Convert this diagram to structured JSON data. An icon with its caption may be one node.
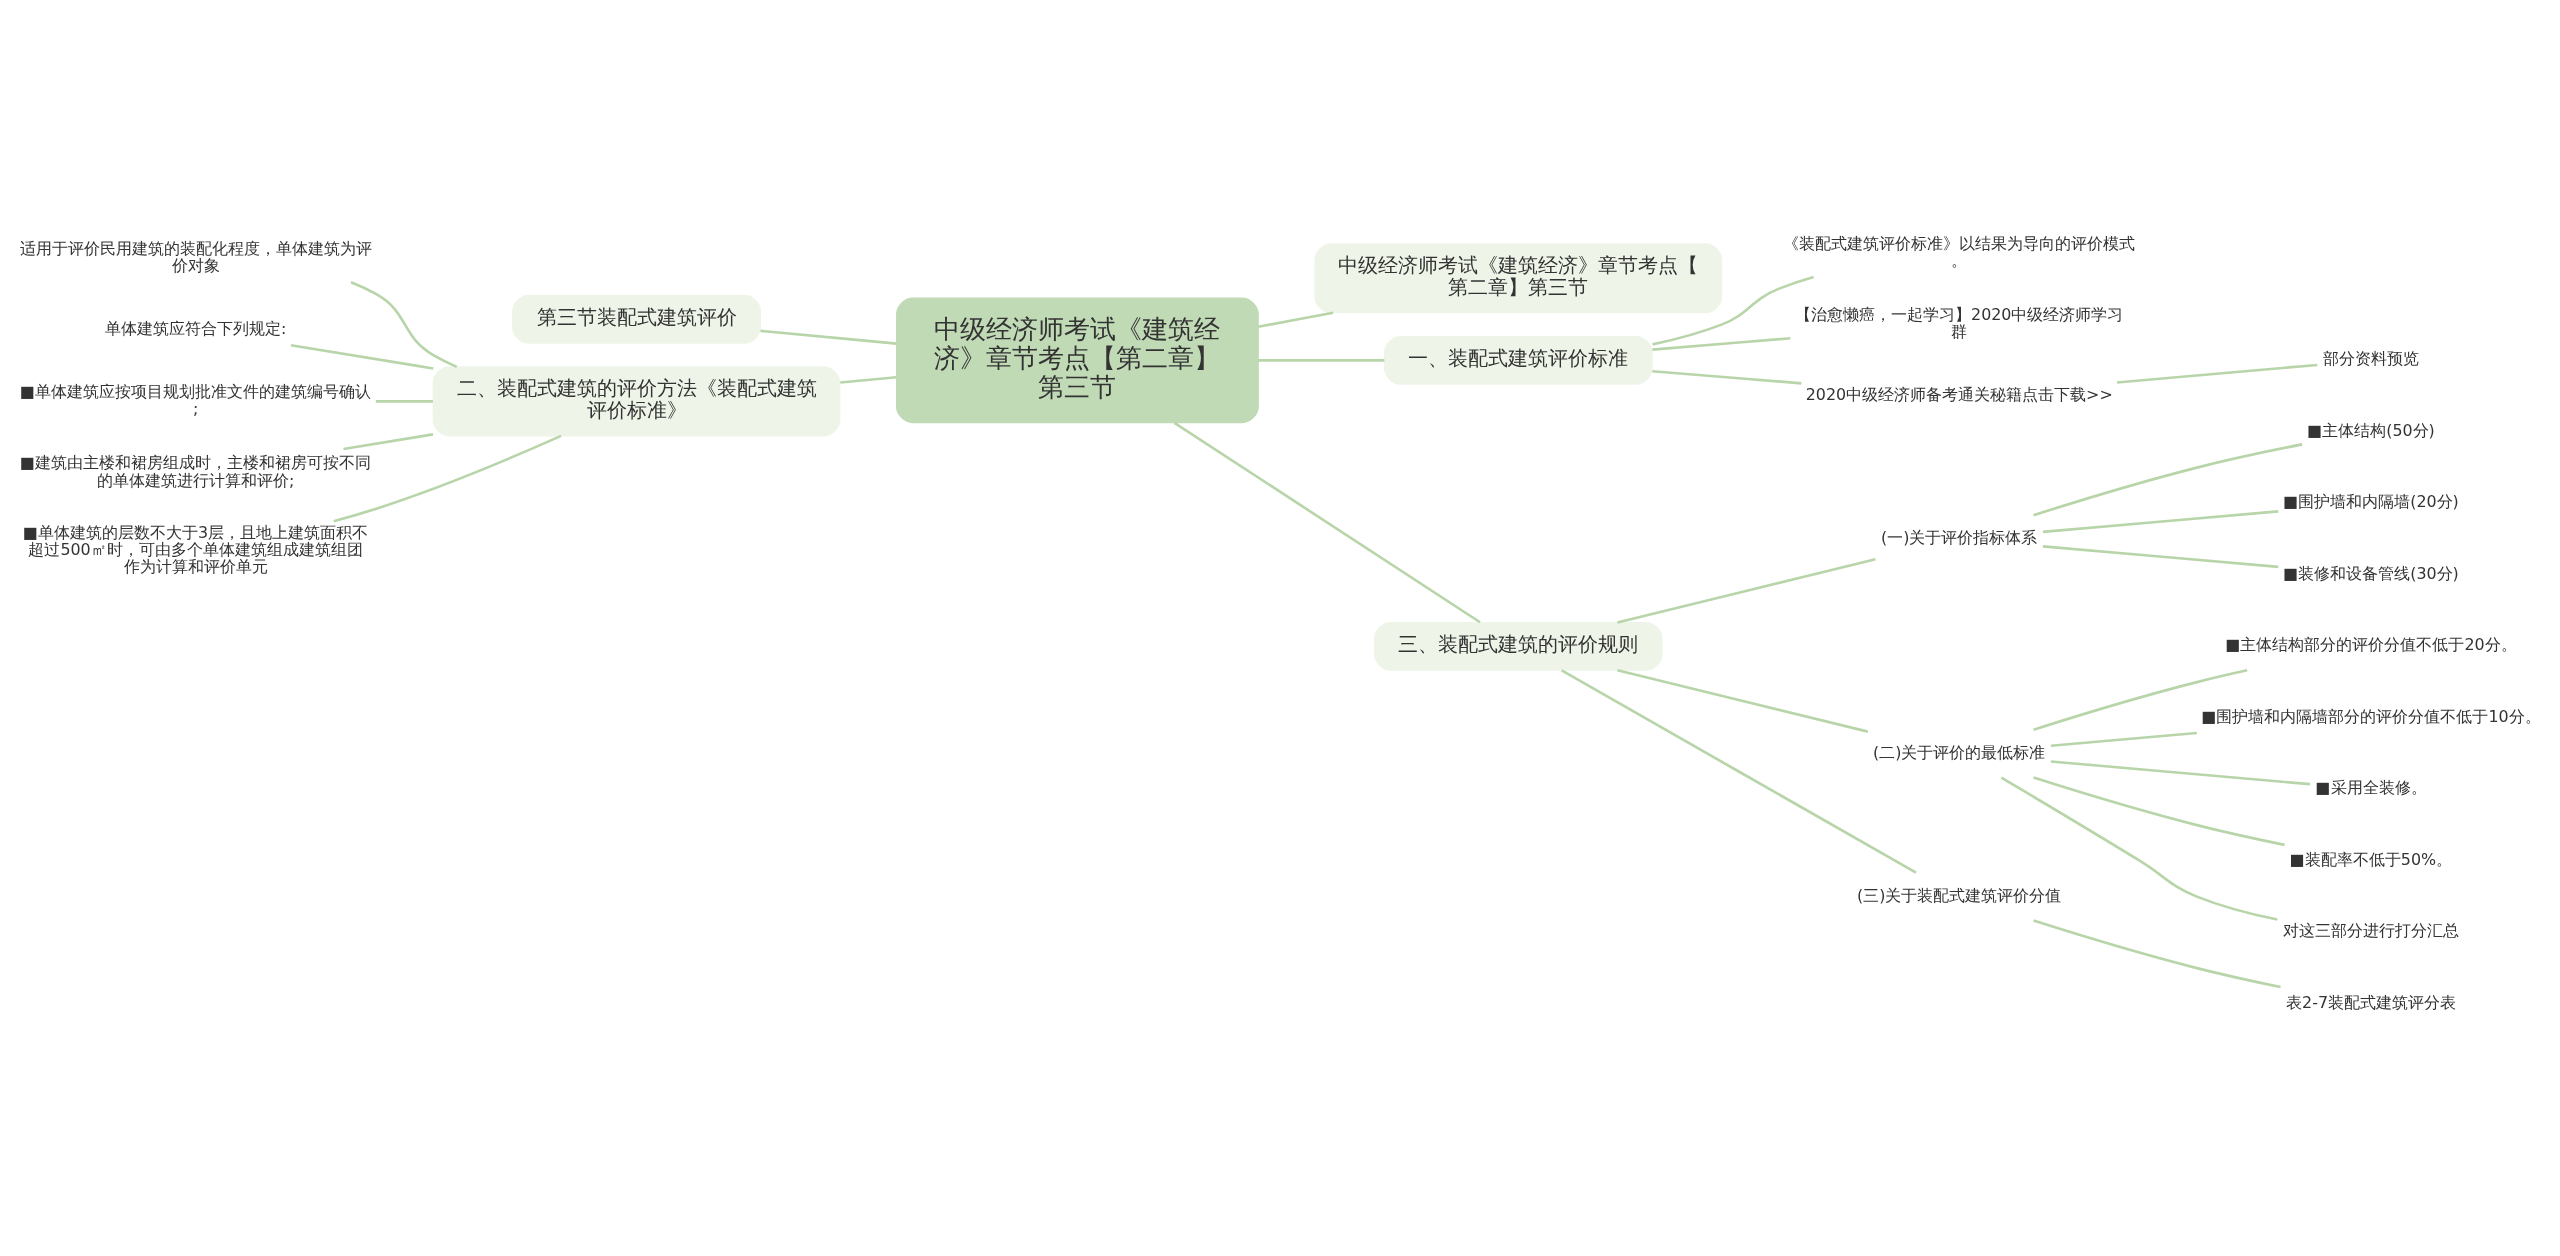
{
  "diagram": {
    "nodes": [
      {
        "text": [
          "中级经济师考试《建筑经济》章节考点【第二章】第三节"
        ]
      },
      {
        "text": [
          "中级经济师考试《建筑经济》章节考点【第二章】第三节"
        ]
      },
      {
        "text": [
          "一、装配式建筑评价标准"
        ]
      },
      {
        "text": [
          "《装配式建筑评价标准》以结果为导向的评价模式。"
        ]
      },
      {
        "text": [
          "【治愈懒癌，一起学习】2020中级经济师学习群"
        ]
      },
      {
        "text": [
          "2020中级经济师备考通关秘籍点击下载>>"
        ]
      },
      {
        "text": [
          "部分资料预览"
        ]
      },
      {
        "text": [
          "三、装配式建筑的评价规则"
        ]
      },
      {
        "text": [
          "(一)关于评价指标体系"
        ]
      },
      {
        "text": [
          "■主体结构(50分)"
        ]
      },
      {
        "text": [
          "■围护墙和内隔墙(20分)"
        ]
      },
      {
        "text": [
          "■装修和设备管线(30分)"
        ]
      },
      {
        "text": [
          "(二)关于评价的最低标准"
        ]
      },
      {
        "text": [
          "■主体结构部分的评价分值不低于20分。"
        ]
      },
      {
        "text": [
          "■围护墙和内隔墙部分的评价分值不低于10分。"
        ]
      },
      {
        "text": [
          "■采用全装修。"
        ]
      },
      {
        "text": [
          "■装配率不低于50%。"
        ]
      },
      {
        "text": [
          "对这三部分进行打分汇总"
        ]
      },
      {
        "text": [
          "(三)关于装配式建筑评价分值"
        ]
      },
      {
        "text": [
          "表2-7装配式建筑评分表"
        ]
      },
      {
        "text": [
          "第三节装配式建筑评价"
        ]
      },
      {
        "text": [
          "二、装配式建筑的评价方法《装配式建筑评价标准》"
        ]
      },
      {
        "text": [
          "适用于评价民用建筑的装配化程度，单体建筑为评价对象"
        ]
      },
      {
        "text": [
          "单体建筑应符合下列规定:"
        ]
      },
      {
        "text": [
          "■单体建筑应按项目规划批准文件的建筑编号确认;"
        ]
      },
      {
        "text": [
          "■建筑由主楼和裙房组成时，主楼和裙房可按不同的单体建筑进行计算和评价;"
        ]
      },
      {
        "text": [
          "■单体建筑的层数不大于3层，且地上建筑面积不超过500㎡时，可由多个单体建筑组成建筑组团作为计算和评价单元"
        ]
      }
    ],
    "edges": [
      {
        "from": 0,
        "to": 1,
        "arrow": "none"
      },
      {
        "from": 0,
        "to": 2,
        "arrow": "none"
      },
      {
        "from": 2,
        "to": 3,
        "arrow": "none"
      },
      {
        "from": 2,
        "to": 4,
        "arrow": "none"
      },
      {
        "from": 2,
        "to": 5,
        "arrow": "none"
      },
      {
        "from": 5,
        "to": 6,
        "arrow": "none"
      },
      {
        "from": 0,
        "to": 7,
        "arrow": "none"
      },
      {
        "from": 7,
        "to": 8,
        "arrow": "none"
      },
      {
        "from": 8,
        "to": 9,
        "arrow": "none"
      },
      {
        "from": 8,
        "to": 10,
        "arrow": "none"
      },
      {
        "from": 8,
        "to": 11,
        "arrow": "none"
      },
      {
        "from": 7,
        "to": 12,
        "arrow": "none"
      },
      {
        "from": 12,
        "to": 13,
        "arrow": "none"
      },
      {
        "from": 12,
        "to": 14,
        "arrow": "none"
      },
      {
        "from": 12,
        "to": 15,
        "arrow": "none"
      },
      {
        "from": 12,
        "to": 16,
        "arrow": "none"
      },
      {
        "from": 12,
        "to": 17,
        "arrow": "none"
      },
      {
        "from": 7,
        "to": 18,
        "arrow": "none"
      },
      {
        "from": 18,
        "to": 19,
        "arrow": "none"
      },
      {
        "from": 0,
        "to": 20,
        "arrow": "none"
      },
      {
        "from": 0,
        "to": 21,
        "arrow": "none"
      },
      {
        "from": 21,
        "to": 22,
        "arrow": "none"
      },
      {
        "from": 21,
        "to": 23,
        "arrow": "none"
      },
      {
        "from": 21,
        "to": 24,
        "arrow": "none"
      },
      {
        "from": 21,
        "to": 25,
        "arrow": "none"
      },
      {
        "from": 21,
        "to": 26,
        "arrow": "none"
      }
    ]
  }
}
